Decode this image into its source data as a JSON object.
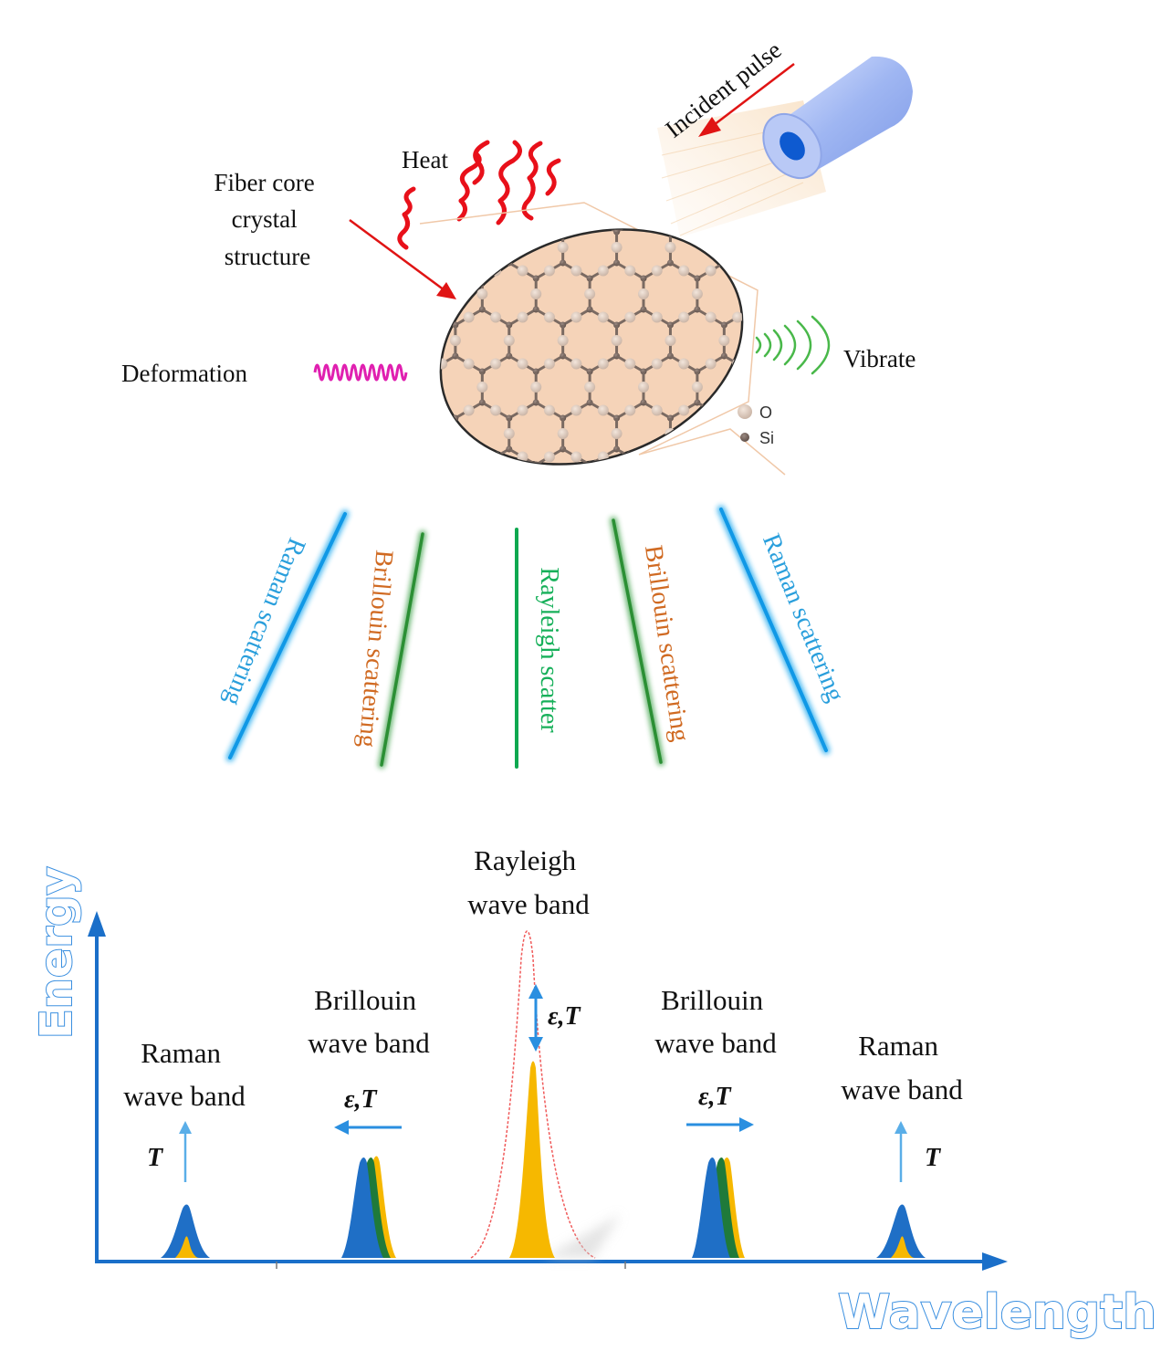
{
  "colors": {
    "axis": "#1a6fc9",
    "raman_line": "#22aaee",
    "brillouin_line": "#2e9a3a",
    "rayleigh_line": "#12b85a",
    "raman_text": "#2a9fdc",
    "brillouin_text": "#d06a22",
    "rayleigh_text": "#17b05a",
    "peak_blue": "#1f6fc6",
    "peak_green": "#1f7a3a",
    "peak_gold": "#f6b800",
    "rayleigh_outline": "#f05a5a",
    "heat": "#e8101a",
    "deformation": "#e020b0",
    "vibrate": "#49b84a",
    "arrow_red": "#e01414",
    "shift_arrow": "#2a8fe0"
  },
  "top": {
    "incident_pulse": "Incident pulse",
    "heat": "Heat",
    "fiber_core_line1": "Fiber core",
    "fiber_core_line2": "crystal",
    "fiber_core_line3": "structure",
    "deformation": "Deformation",
    "vibrate": "Vibrate",
    "legend_o": "O",
    "legend_si": "Si"
  },
  "scatter_labels": {
    "raman_left": "Raman scattering",
    "brillouin_left": "Brillouin scattering",
    "rayleigh": "Rayleigh scatter",
    "brillouin_right": "Brillouin scattering",
    "raman_right": "Raman scattering"
  },
  "spectrum": {
    "y_axis": "Energy",
    "x_axis": "Wavelength",
    "rayleigh_line1": "Rayleigh",
    "rayleigh_line2": "wave band",
    "brillouin_left_line1": "Brillouin",
    "brillouin_left_line2": "wave band",
    "brillouin_right_line1": "Brillouin",
    "brillouin_right_line2": "wave band",
    "raman_left_line1": "Raman",
    "raman_left_line2": "wave band",
    "raman_right_line1": "Raman",
    "raman_right_line2": "wave band",
    "raman_left_param": "T",
    "raman_right_param": "T",
    "brillouin_left_param": "ε,T",
    "brillouin_right_param": "ε,T",
    "rayleigh_param": "ε,T"
  }
}
